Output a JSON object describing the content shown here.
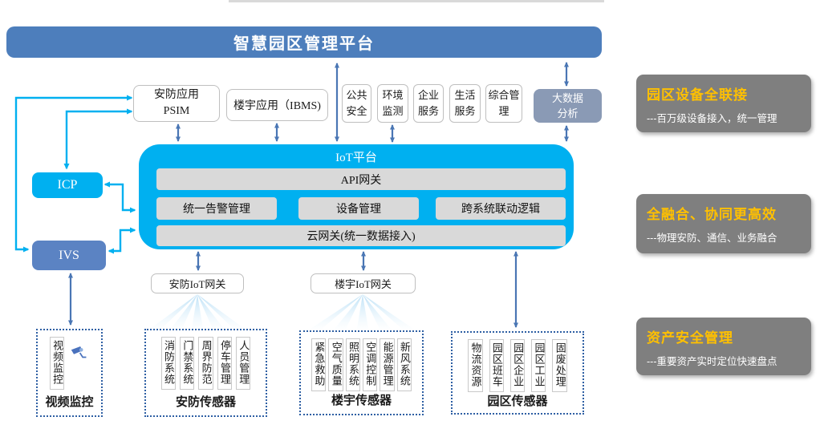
{
  "colors": {
    "banner_blue": "#4d7ebc",
    "iot_cyan": "#00b0f0",
    "ivs_blue": "#5b83c3",
    "bigdata_gray_blue": "#8a9ab5",
    "inner_bar_gray": "#d9d9d9",
    "panel_gray": "#7f7f7f",
    "panel_title_orange": "#ffc000",
    "arrow_steel_blue": "#4a76b4",
    "dashed_border_blue": "#2e5fa3"
  },
  "banner": {
    "title": "智慧园区管理平台"
  },
  "apps": {
    "psim_line1": "安防应用",
    "psim_line2": "PSIM",
    "ibms": "楼宇应用（IBMS)",
    "small": [
      "公共安全",
      "环境监测",
      "企业服务",
      "生活服务",
      "综合管理"
    ],
    "bigdata_line1": "大数据",
    "bigdata_line2": "分析"
  },
  "iot": {
    "title": "IoT平台",
    "api_bar": "API网关",
    "mid_bars": [
      "统一告警管理",
      "设备管理",
      "跨系统联动逻辑"
    ],
    "cloud_bar": "云网关(统一数据接入)"
  },
  "left_nodes": {
    "icp": "ICP",
    "ivs": "IVS"
  },
  "gateways": {
    "security": "安防IoT网关",
    "building": "楼宇IoT网关"
  },
  "sensor_groups": [
    {
      "label": "视频监控",
      "items": [
        "视频监控"
      ]
    },
    {
      "label": "安防传感器",
      "items": [
        "消防系统",
        "门禁系统",
        "周界防范",
        "停车管理",
        "人员管理"
      ]
    },
    {
      "label": "楼宇传感器",
      "items": [
        "紧急救助",
        "空气质量",
        "照明系统",
        "空调控制",
        "能源管理",
        "新风系统"
      ]
    },
    {
      "label": "园区传感器",
      "items": [
        "物流资源",
        "园区班车",
        "园区企业",
        "园区工业",
        "固废处理"
      ]
    }
  ],
  "benefits": [
    {
      "title": "园区设备全联接",
      "desc": "---百万级设备接入，统一管理"
    },
    {
      "title": "全融合、协同更高效",
      "desc": "---物理安防、通信、业务融合"
    },
    {
      "title": "资产安全管理",
      "desc": "---重要资产实时定位快速盘点"
    }
  ]
}
